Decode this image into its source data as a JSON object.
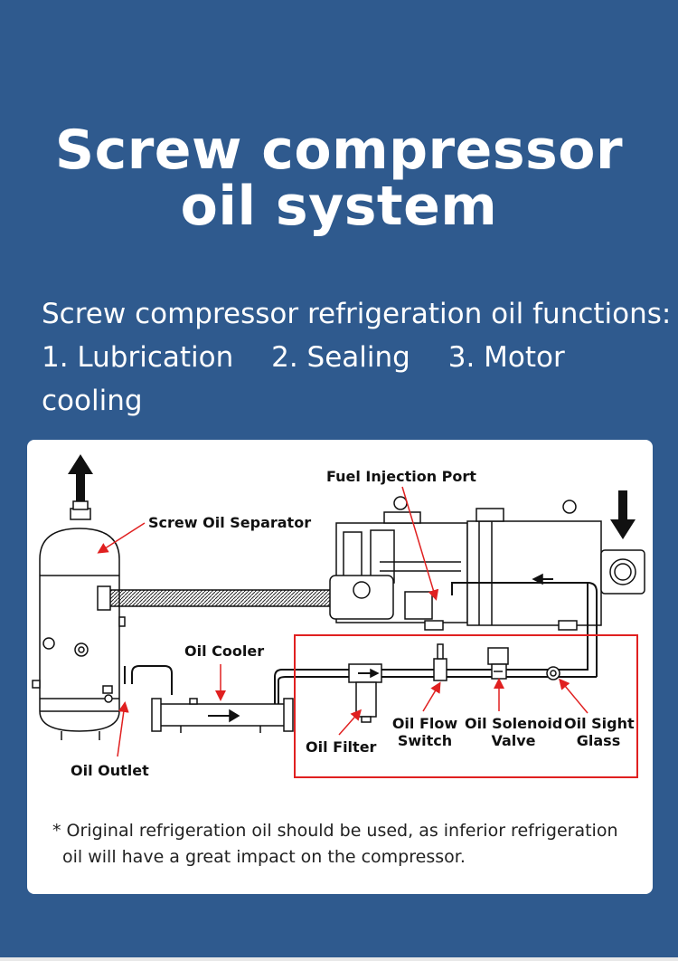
{
  "title": {
    "line1": "Screw compressor",
    "line2": "oil system"
  },
  "intro": {
    "heading": "Screw compressor refrigeration oil functions:",
    "functions": [
      "1. Lubrication",
      "2. Sealing",
      "3. Motor cooling"
    ]
  },
  "diagram": {
    "labels": {
      "fuel_injection_port": "Fuel Injection Port",
      "screw_oil_separator": "Screw Oil Separator",
      "oil_cooler": "Oil Cooler",
      "oil_outlet": "Oil Outlet",
      "oil_filter": "Oil Filter",
      "oil_flow_switch_1": "Oil Flow",
      "oil_flow_switch_2": "Switch",
      "oil_solenoid_valve_1": "Oil Solenoid",
      "oil_solenoid_valve_2": "Valve",
      "oil_sight_glass_1": "Oil Sight",
      "oil_sight_glass_2": "Glass"
    },
    "colors": {
      "highlight": "#e02020",
      "line": "#111111"
    }
  },
  "note": {
    "line1": "* Original refrigeration oil should be used, as inferior refrigeration",
    "line2": "oil will have a great impact on the compressor."
  }
}
